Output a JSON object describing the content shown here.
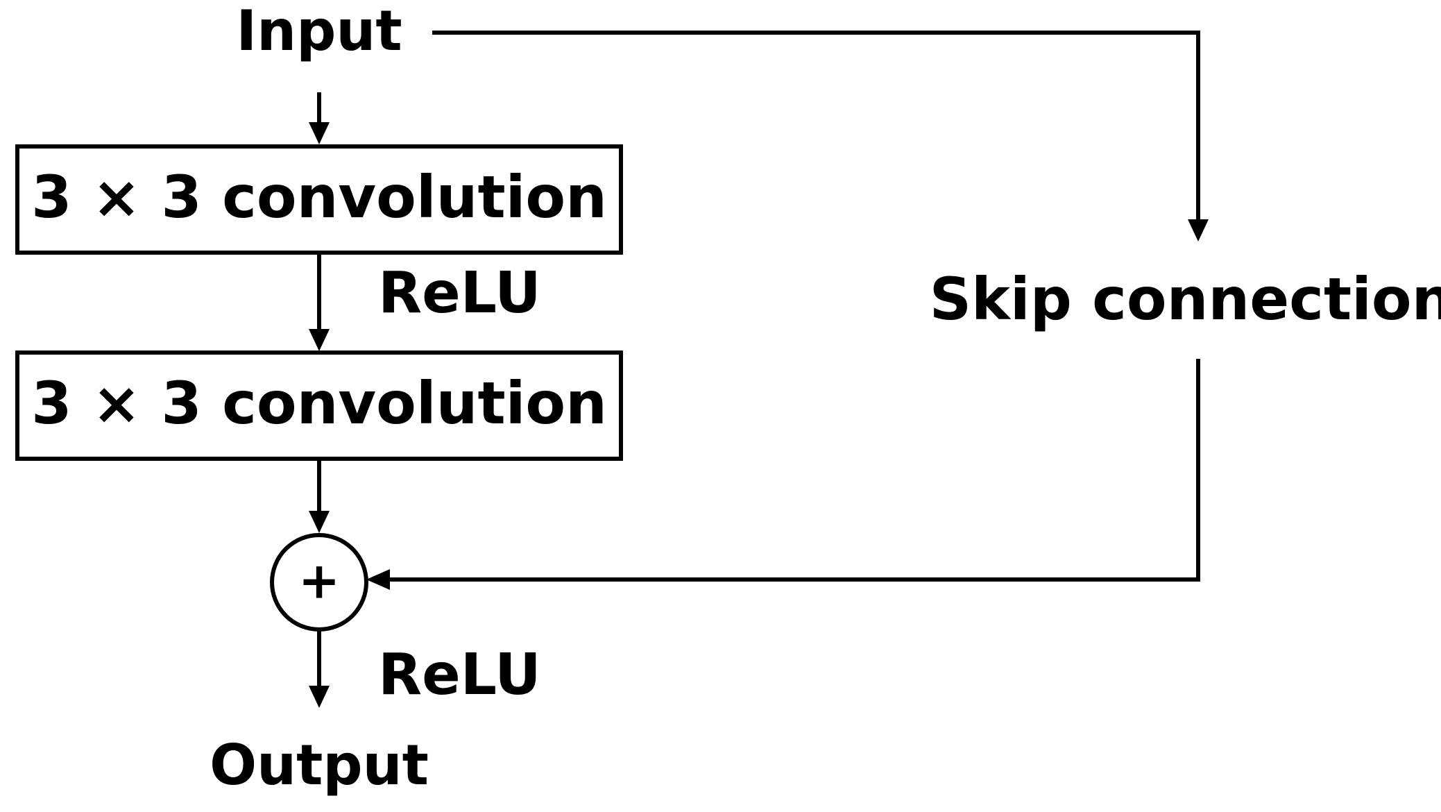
{
  "diagram": {
    "input_label": "Input",
    "output_label": "Output",
    "conv1_label": "3 × 3 convolution",
    "conv2_label": "3 × 3 convolution",
    "relu1_label": "ReLU",
    "relu2_label": "ReLU",
    "skip_label": "Skip connection",
    "sum_symbol": "+"
  }
}
